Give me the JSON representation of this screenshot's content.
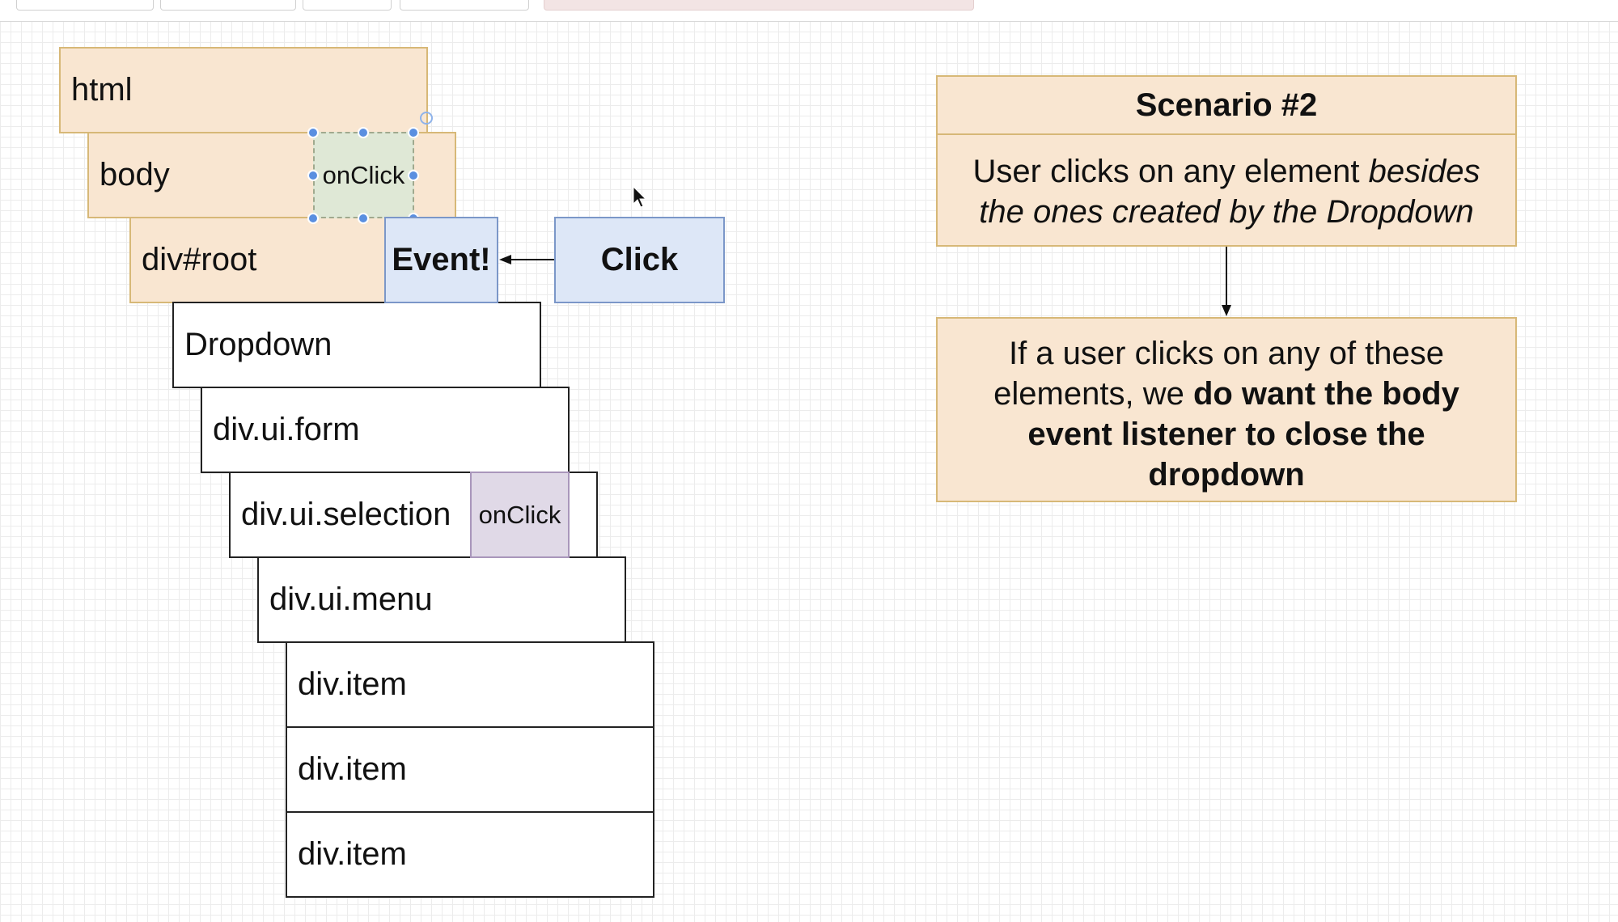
{
  "diagram": {
    "tree": {
      "html": "html",
      "body": "body",
      "root": "div#root",
      "dropdown": "Dropdown",
      "form": "div.ui.form",
      "selection": "div.ui.selection",
      "menu": "div.ui.menu",
      "items": [
        "div.item",
        "div.item",
        "div.item"
      ]
    },
    "body_handler": "onClick",
    "selection_handler": "onClick",
    "event_label": "Event!",
    "click_label": "Click"
  },
  "scenario": {
    "title": "Scenario #2",
    "description": {
      "prefix": "User clicks on any element ",
      "emphasis": "besides the ones created by the Dropdown"
    },
    "result": {
      "prefix": "If a user clicks on any of these elements, we ",
      "bold": "do want the body event listener to close the dropdown"
    }
  },
  "colors": {
    "peach": "#f9e6d1",
    "peach_border": "#d7b877",
    "blue": "#dde7f7",
    "green": "#dfe8d6",
    "purple": "#e0d9e7"
  }
}
